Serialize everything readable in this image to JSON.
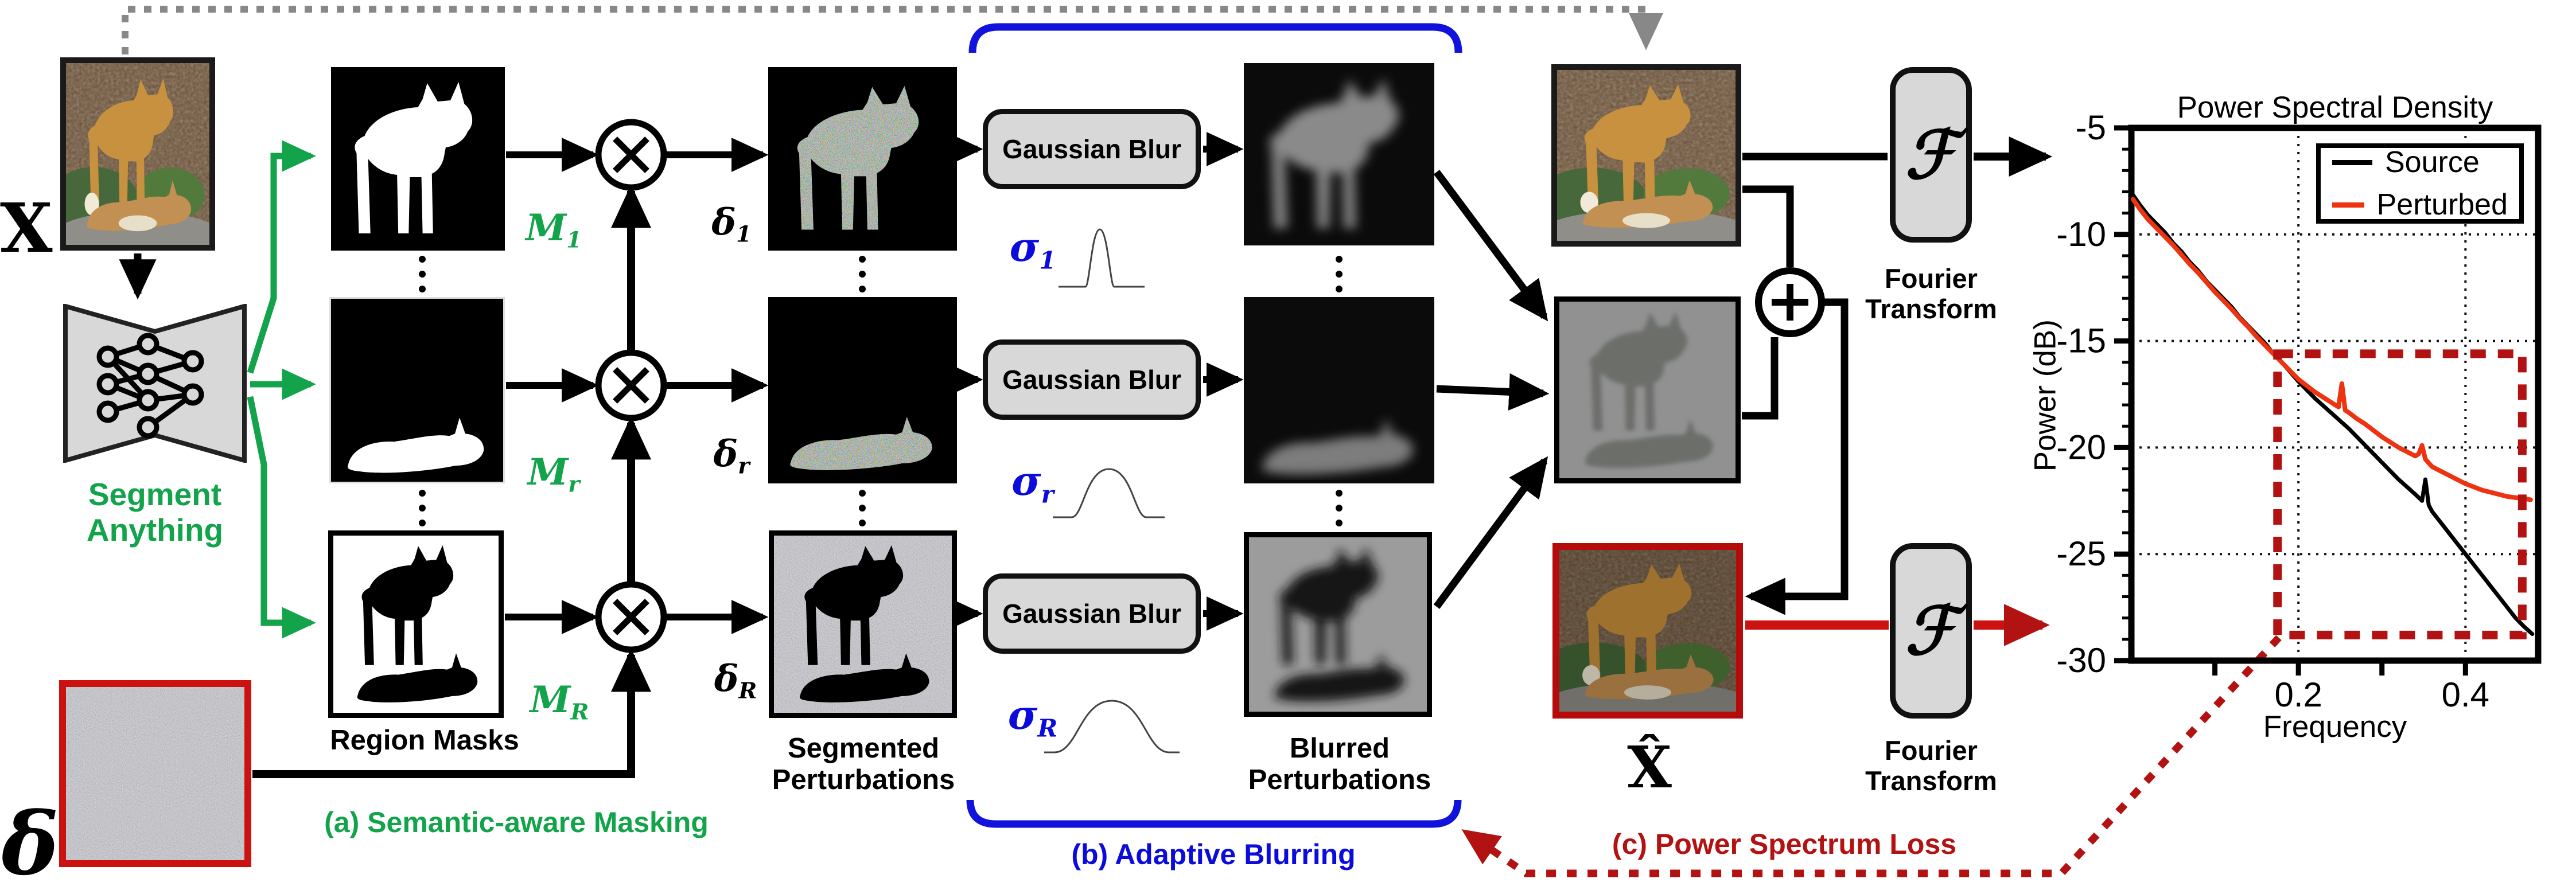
{
  "colors": {
    "green": "#12a34b",
    "blue": "#0b0bdd",
    "bracket_blue": "#1212dd",
    "red": "#e01010",
    "dark_red": "#b31212",
    "perturbed_red": "#ee3311",
    "box_gray": "#d8d8d8",
    "dotted_gray": "#888888"
  },
  "labels": {
    "input_image": "X",
    "noise": "δ",
    "output_image": "X̂",
    "segment_anything": "Segment Anything",
    "region_masks": "Region Masks",
    "segmented_perturbations": "Segmented Perturbations",
    "blurred_perturbations": "Blurred Perturbations",
    "fourier_transform": "Fourier Transform",
    "fourier_symbol": "ℱ",
    "section_a": "(a) Semantic-aware Masking",
    "section_b": "(b) Adaptive Blurring",
    "section_c": "(c) Power Spectrum Loss"
  },
  "rows": [
    {
      "mask_base": "M",
      "mask_sub": "1",
      "delta_base": "δ",
      "delta_sub": "1",
      "sigma_base": "σ",
      "sigma_sub": "1",
      "blur_label": "Gaussian Blur"
    },
    {
      "mask_base": "M",
      "mask_sub": "r",
      "delta_base": "δ",
      "delta_sub": "r",
      "sigma_base": "σ",
      "sigma_sub": "r",
      "blur_label": "Gaussian Blur"
    },
    {
      "mask_base": "M",
      "mask_sub": "R",
      "delta_base": "δ",
      "delta_sub": "R",
      "sigma_base": "σ",
      "sigma_sub": "R",
      "blur_label": "Gaussian Blur"
    }
  ],
  "chart_data": {
    "type": "line",
    "title": "Power Spectral Density",
    "xlabel": "Frequency",
    "ylabel": "Power (dB)",
    "xlim": [
      0,
      0.487
    ],
    "ylim": [
      -30,
      -5
    ],
    "xticks": [
      0.2,
      0.4
    ],
    "yticks": [
      -5,
      -10,
      -15,
      -20,
      -25,
      -30
    ],
    "grid": true,
    "legend_position": "upper right",
    "series": [
      {
        "name": "Source",
        "color": "#000000",
        "x": [
          0.002,
          0.01,
          0.02,
          0.03,
          0.04,
          0.05,
          0.06,
          0.07,
          0.08,
          0.09,
          0.1,
          0.11,
          0.12,
          0.13,
          0.14,
          0.15,
          0.16,
          0.17,
          0.18,
          0.19,
          0.2,
          0.21,
          0.22,
          0.23,
          0.24,
          0.25,
          0.26,
          0.27,
          0.28,
          0.29,
          0.3,
          0.31,
          0.32,
          0.33,
          0.34,
          0.348,
          0.352,
          0.356,
          0.36,
          0.37,
          0.38,
          0.39,
          0.4,
          0.41,
          0.42,
          0.43,
          0.44,
          0.45,
          0.46,
          0.47,
          0.48
        ],
        "y": [
          -8.15,
          -8.6,
          -9.1,
          -9.5,
          -9.9,
          -10.4,
          -10.8,
          -11.3,
          -11.7,
          -12.2,
          -12.6,
          -13.0,
          -13.4,
          -13.9,
          -14.3,
          -14.7,
          -15.1,
          -15.6,
          -16.0,
          -16.45,
          -16.9,
          -17.3,
          -17.7,
          -18.05,
          -18.4,
          -18.75,
          -19.1,
          -19.5,
          -19.9,
          -20.3,
          -20.7,
          -21.1,
          -21.5,
          -21.85,
          -22.2,
          -22.5,
          -21.5,
          -22.7,
          -23.0,
          -23.5,
          -24.0,
          -24.5,
          -25.0,
          -25.5,
          -26.0,
          -26.5,
          -27.0,
          -27.5,
          -28.0,
          -28.4,
          -28.75
        ]
      },
      {
        "name": "Perturbed",
        "color": "#ee3311",
        "x": [
          0.002,
          0.01,
          0.02,
          0.03,
          0.04,
          0.05,
          0.06,
          0.07,
          0.08,
          0.09,
          0.1,
          0.11,
          0.12,
          0.13,
          0.14,
          0.15,
          0.16,
          0.17,
          0.18,
          0.19,
          0.2,
          0.21,
          0.22,
          0.23,
          0.24,
          0.248,
          0.252,
          0.256,
          0.26,
          0.27,
          0.28,
          0.29,
          0.3,
          0.31,
          0.32,
          0.33,
          0.34,
          0.344,
          0.348,
          0.352,
          0.36,
          0.37,
          0.38,
          0.39,
          0.4,
          0.41,
          0.42,
          0.43,
          0.44,
          0.45,
          0.46,
          0.47,
          0.478
        ],
        "y": [
          -8.35,
          -8.8,
          -9.3,
          -9.7,
          -10.1,
          -10.5,
          -10.95,
          -11.4,
          -11.8,
          -12.25,
          -12.7,
          -13.1,
          -13.5,
          -13.95,
          -14.35,
          -14.8,
          -15.2,
          -15.6,
          -16.0,
          -16.4,
          -16.8,
          -17.1,
          -17.4,
          -17.65,
          -17.9,
          -18.1,
          -17.0,
          -18.25,
          -18.35,
          -18.65,
          -18.9,
          -19.2,
          -19.5,
          -19.75,
          -20.0,
          -20.2,
          -20.4,
          -20.3,
          -19.9,
          -20.55,
          -20.9,
          -21.1,
          -21.3,
          -21.5,
          -21.7,
          -21.85,
          -22.0,
          -22.1,
          -22.2,
          -22.3,
          -22.35,
          -22.4,
          -22.45
        ]
      }
    ],
    "highlight_box": {
      "x0": 0.175,
      "x1": 0.468,
      "y0": -15.6,
      "y1": -28.8,
      "color": "#b31212"
    }
  }
}
